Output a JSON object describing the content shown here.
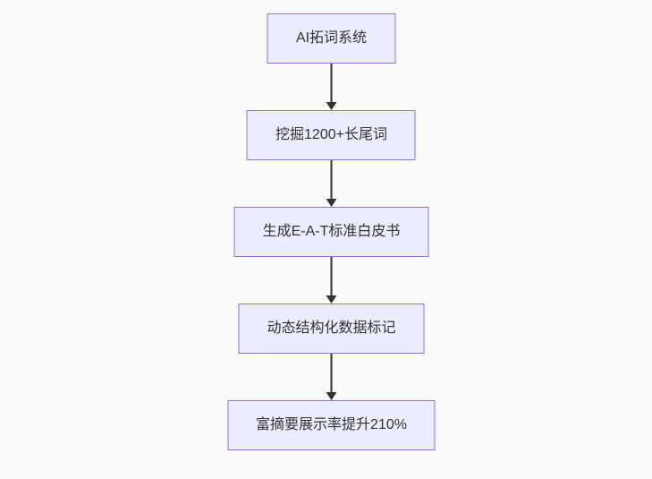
{
  "theme": {
    "colors": {
      "page-bg": "#fafafa",
      "node-fill": "#ECECFF",
      "node-border": "#9370DB",
      "edge": "#333333",
      "node-text": "#333333"
    }
  },
  "flowchart": {
    "type": "vertical-flowchart",
    "nodes": [
      {
        "id": "ai-keyword-system",
        "label": "AI拓词系统"
      },
      {
        "id": "mine-longtail-keywords",
        "label": "挖掘1200+长尾词"
      },
      {
        "id": "generate-eat-whitepaper",
        "label": "生成E-A-T标准白皮书"
      },
      {
        "id": "dynamic-structured-data",
        "label": "动态结构化数据标记"
      },
      {
        "id": "rich-snippet-uplift",
        "label": "富摘要展示率提升210%"
      }
    ],
    "edges": [
      {
        "from": "ai-keyword-system",
        "to": "mine-longtail-keywords"
      },
      {
        "from": "mine-longtail-keywords",
        "to": "generate-eat-whitepaper"
      },
      {
        "from": "generate-eat-whitepaper",
        "to": "dynamic-structured-data"
      },
      {
        "from": "dynamic-structured-data",
        "to": "rich-snippet-uplift"
      }
    ]
  }
}
